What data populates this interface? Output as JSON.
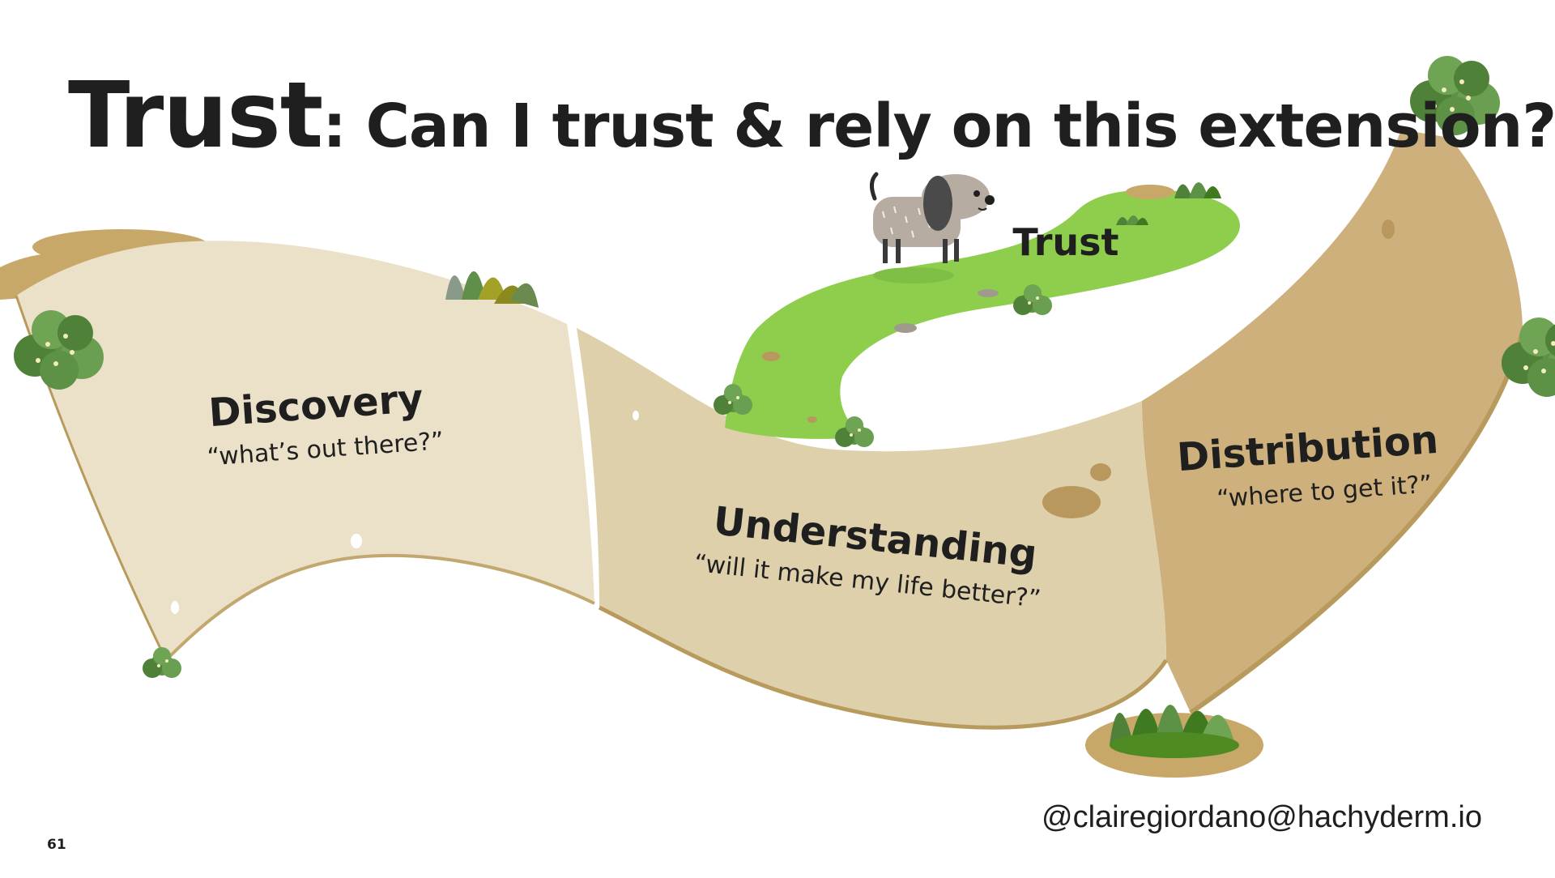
{
  "slide": {
    "title_big": "Trust",
    "title_rest": ": Can I trust & rely on this extension?",
    "handle": "@clairegiordano@hachyderm.io",
    "page_number": "61"
  },
  "stages": {
    "discovery": {
      "label": "Discovery",
      "sub": "“what’s out there?”"
    },
    "understanding": {
      "label": "Understanding",
      "sub": "“will it make my life better?”"
    },
    "distribution": {
      "label": "Distribution",
      "sub": "“where to get it?”"
    },
    "trust": {
      "label": "Trust"
    }
  },
  "colors": {
    "path_discovery": "#ebe0c8",
    "path_understanding": "#dfd0ac",
    "path_distribution": "#cdb07c",
    "trust_path": "#8ece4c",
    "edge": "#b89a5c",
    "bush": "#5d9145",
    "text": "#1f1f1f"
  },
  "icons": [
    "dog-illustration",
    "bush-icon",
    "grass-tuft-icon"
  ]
}
